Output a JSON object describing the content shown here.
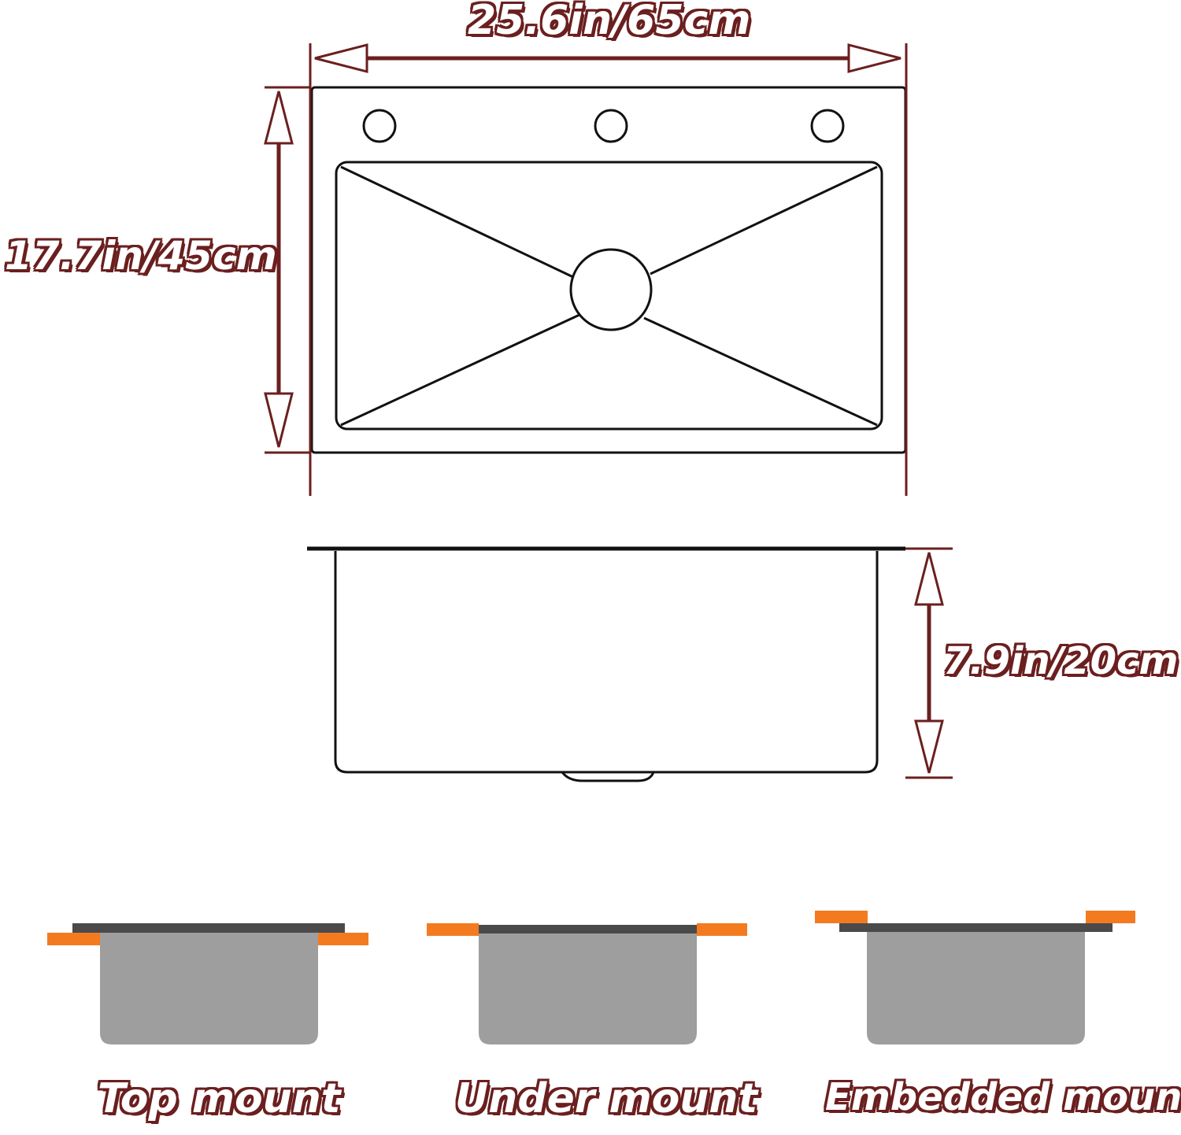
{
  "dimensions": {
    "width": "25.6in/65cm",
    "depth": "17.7in/45cm",
    "height": "7.9in/20cm"
  },
  "mounts": [
    {
      "label": "Top mount"
    },
    {
      "label": "Under mount"
    },
    {
      "label": "Embedded mount"
    }
  ],
  "colors": {
    "dimension": "#6b1f1f",
    "outline": "#111111",
    "countertop": "#f47a20",
    "basin": "#9e9e9e",
    "rim": "#4a4a4a"
  }
}
